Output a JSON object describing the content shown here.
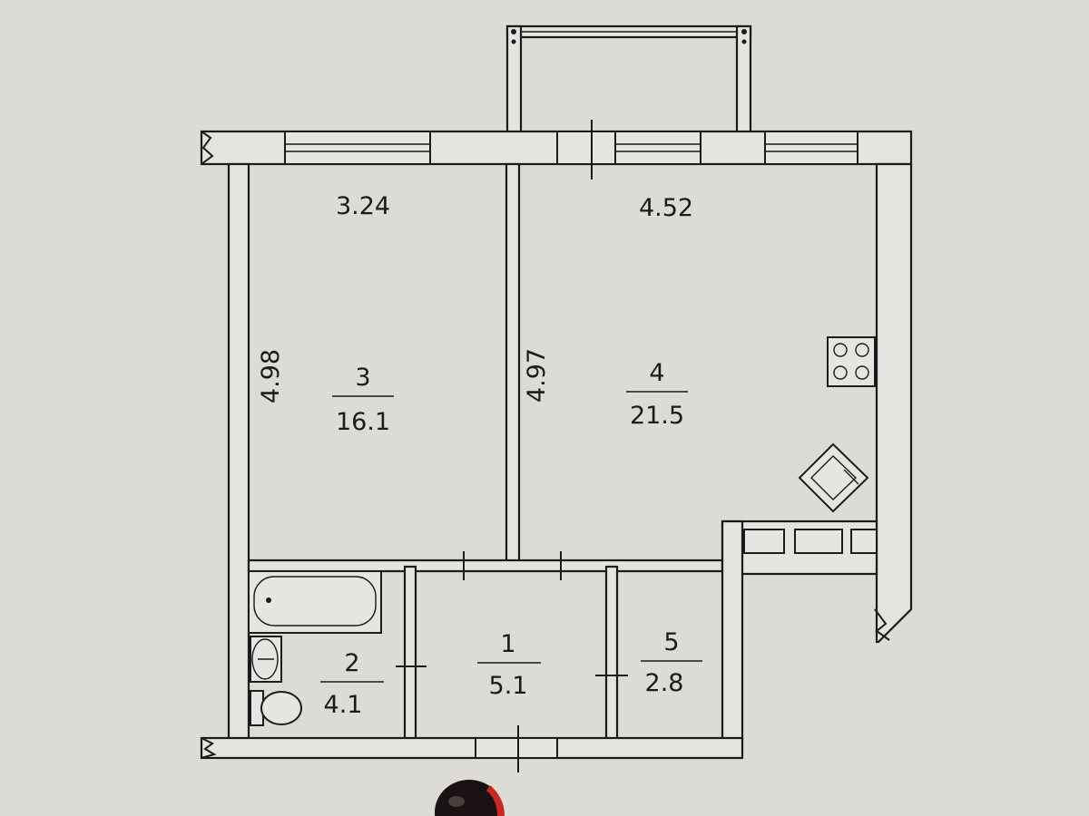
{
  "dimensions": {
    "room3_width": "3.24",
    "room4_width": "4.52",
    "room3_length": "4.98",
    "room4_length": "4.97"
  },
  "rooms": [
    {
      "number": "3",
      "area": "16.1"
    },
    {
      "number": "4",
      "area": "21.5"
    },
    {
      "number": "2",
      "area": "4.1"
    },
    {
      "number": "1",
      "area": "5.1"
    },
    {
      "number": "5",
      "area": "2.8"
    }
  ],
  "colors": {
    "background": "#dcdbd6",
    "line": "#1b1b1b"
  }
}
